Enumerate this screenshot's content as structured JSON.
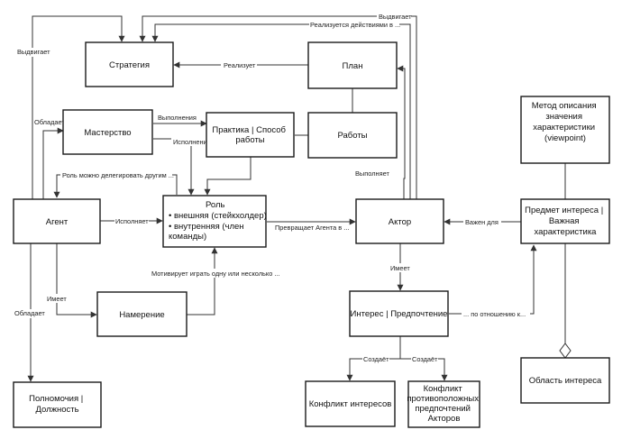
{
  "nodes": {
    "strategy": [
      "Стратегия"
    ],
    "plan": [
      "План"
    ],
    "mastery": [
      "Мастерство"
    ],
    "practice": [
      "Практика | Способ",
      "работы"
    ],
    "works": [
      "Работы"
    ],
    "viewpoint": [
      "Метод описания",
      "значения",
      "характеристики",
      "(viewpoint)"
    ],
    "agent": [
      "Агент"
    ],
    "role": [
      "Роль",
      "• внешняя (стейкхолдер)",
      "• внутренняя (член",
      "   команды)"
    ],
    "actor": [
      "Актор"
    ],
    "subject": [
      "Предмет интереса |",
      "Важная",
      "характеристика"
    ],
    "intention": [
      "Намерение"
    ],
    "interest": [
      "Интерес | Предпочтение"
    ],
    "area": [
      "Область интереса"
    ],
    "authority": [
      "Полномочия |",
      "Должность"
    ],
    "conflict_interests": [
      "Конфликт интересов"
    ],
    "conflict_prefs": [
      "Конфликт",
      "противоположных",
      "предпочтений",
      "Акторов"
    ]
  },
  "edges": {
    "agent_strategy": "Выдвигает",
    "actor_strategy": "Выдвигает",
    "plan_strategy": "Реализует",
    "actor_strategy_2": "Реализуется действиями в ...",
    "agent_mastery": "Обладает",
    "mastery_practice": "Выполнения",
    "mastery_role": "Исполнения",
    "role_delegate": "Роль можно делегировать другим ...",
    "actor_plan": "Выполняет",
    "agent_role": "Исполняет",
    "role_actor": "Превращает Агента в ...",
    "subject_actor": "Важен для",
    "intention_role": "Мотивирует играть одну или несколько ...",
    "agent_intention": "Имеет",
    "actor_interest": "Имеет",
    "interest_subject": "... по отношению к...",
    "agent_authority": "Обладает",
    "interest_conflict_1": "Создаёт",
    "interest_conflict_2": "Создаёт"
  }
}
